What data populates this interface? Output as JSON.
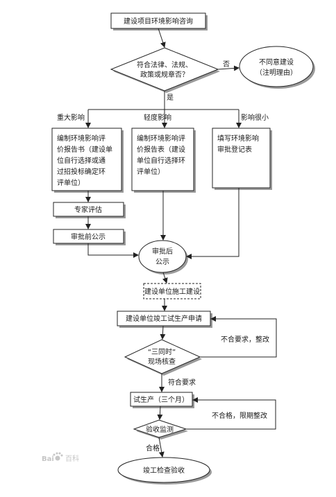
{
  "nodes": {
    "consult": "建设项目环境影响咨询",
    "decision_legal_line1": "符合法律、法规、",
    "decision_legal_line2": "政策或规章否？",
    "reject_line1": "不同意建设",
    "reject_line2": "（注明理由）",
    "major_report": [
      "编制环境影响评",
      "价报告书（建设单",
      "位自行选择或通",
      "过招投标确定环",
      "评单位）"
    ],
    "minor_report": [
      "编制环境影响评",
      "价报告表（建设",
      "单位自行选择环",
      "评单位）"
    ],
    "registration": [
      "填写环境影响",
      "审批登记表"
    ],
    "expert_review": "专家评估",
    "pre_approval_notice": "审批前公示",
    "approval_line1": "审批后",
    "approval_line2": "公示",
    "construction": "建设单位施工建设",
    "completion_application": "建设单位竣工试生产申请",
    "three_simultaneous_line1": "“三同时”",
    "three_simultaneous_line2": "现场核查",
    "trial_production": "试生产（三个月）",
    "acceptance_monitoring": "验收监测",
    "final_acceptance": "竣工检查验收"
  },
  "edges": {
    "no": "否",
    "yes": "是",
    "major_impact": "重大影响",
    "minor_impact": "轻度影响",
    "small_impact": "影响很小",
    "noncompliant_rectify": "不合要求，整改",
    "compliant": "符合要求",
    "unqualified_rectify": "不合格，限期整改",
    "qualified": "合格"
  },
  "watermark": {
    "logo_text": "Bai",
    "brand_text": "百科"
  },
  "colors": {
    "stroke": "#222222",
    "shadow": "#9a9a9a",
    "background": "#ffffff",
    "watermark": "#b8b8b8"
  }
}
